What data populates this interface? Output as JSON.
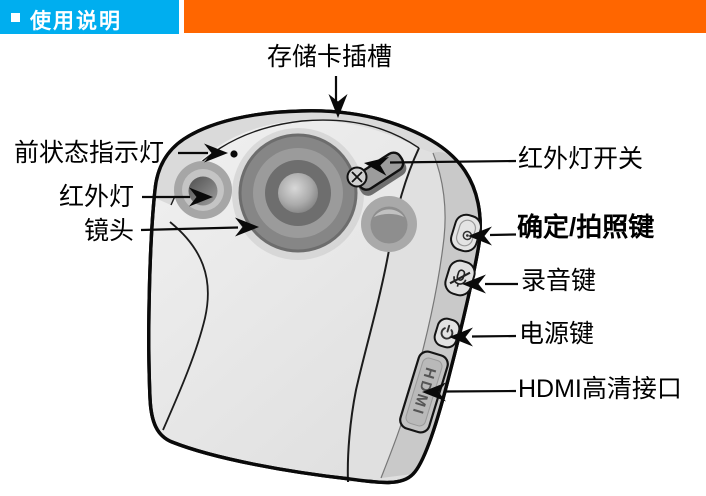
{
  "header": {
    "title": "使用说明",
    "blue_accent": "#00AEEF",
    "orange_accent": "#FF6600"
  },
  "annotations": {
    "card_slot": "存储卡插槽",
    "front_status_led": "前状态指示灯",
    "ir_light": "红外灯",
    "lens": "镜头",
    "ir_switch": "红外灯开关",
    "ok_photo_key": "确定/拍照键",
    "record_key": "录音键",
    "power_key": "电源键",
    "hdmi_port": "HDMI高清接口"
  },
  "device": {
    "side_port_text": "HDMI"
  }
}
